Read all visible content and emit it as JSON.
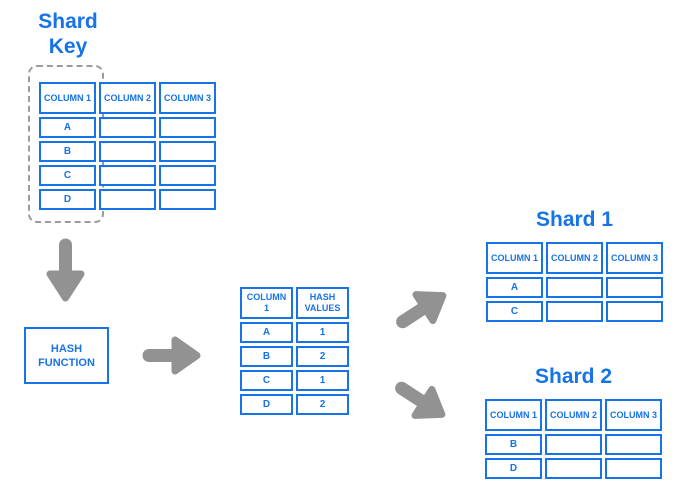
{
  "colors": {
    "blue": "#1673e8",
    "arrow_gray": "#929292",
    "dashed_gray": "#9b9b9b"
  },
  "shard_key": {
    "title": "Shard Key"
  },
  "source_table": {
    "headers": [
      "COLUMN 1",
      "COLUMN 2",
      "COLUMN 3"
    ],
    "rows": [
      [
        "A",
        "",
        ""
      ],
      [
        "B",
        "",
        ""
      ],
      [
        "C",
        "",
        ""
      ],
      [
        "D",
        "",
        ""
      ]
    ]
  },
  "hash_function": {
    "label": "HASH FUNCTION"
  },
  "hash_table": {
    "headers": [
      "COLUMN 1",
      "HASH VALUES"
    ],
    "rows": [
      [
        "A",
        "1"
      ],
      [
        "B",
        "2"
      ],
      [
        "C",
        "1"
      ],
      [
        "D",
        "2"
      ]
    ]
  },
  "shard1": {
    "title": "Shard 1",
    "headers": [
      "COLUMN 1",
      "COLUMN 2",
      "COLUMN 3"
    ],
    "rows": [
      [
        "A",
        "",
        ""
      ],
      [
        "C",
        "",
        ""
      ]
    ]
  },
  "shard2": {
    "title": "Shard 2",
    "headers": [
      "COLUMN 1",
      "COLUMN 2",
      "COLUMN 3"
    ],
    "rows": [
      [
        "B",
        "",
        ""
      ],
      [
        "D",
        "",
        ""
      ]
    ]
  }
}
